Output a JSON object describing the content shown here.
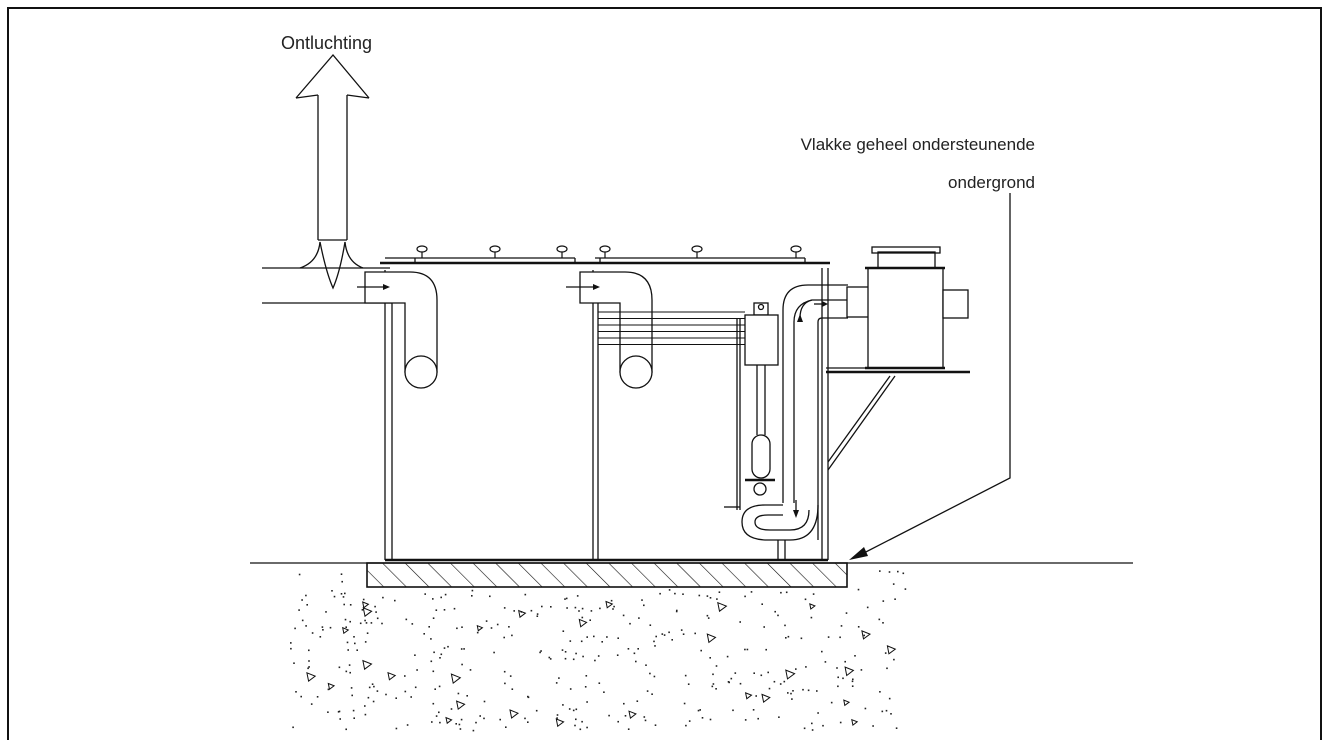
{
  "labels": {
    "vent": "Ontluchting",
    "support_line1": "Vlakke geheel ondersteunende",
    "support_line2": "ondergrond"
  },
  "colors": {
    "line": "#111111",
    "background": "#ffffff"
  }
}
